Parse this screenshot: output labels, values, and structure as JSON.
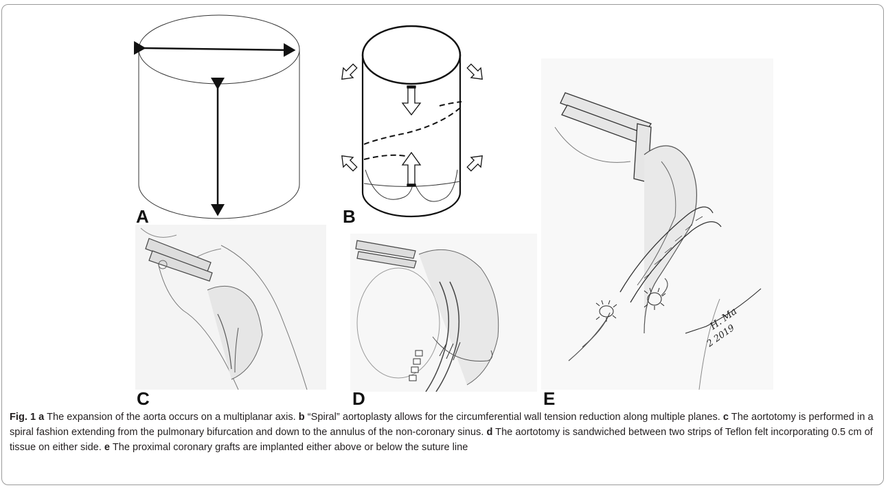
{
  "figure": {
    "panel_labels": {
      "a": "A",
      "b": "B",
      "c": "C",
      "d": "D",
      "e": "E"
    },
    "signature": {
      "line1": "H. Ma",
      "line2": "2 2019"
    },
    "caption": {
      "prefix": "Fig. 1",
      "parts": [
        {
          "letter": "a",
          "text": " The expansion of the aorta occurs on a multiplanar axis. "
        },
        {
          "letter": "b",
          "text": " “Spiral” aortoplasty allows for the circumferential wall tension reduction along multiple planes. "
        },
        {
          "letter": "c",
          "text": " The aortotomy is performed in a spiral fashion extending from the pulmonary bifurcation and down to the annulus of the non-coronary sinus. "
        },
        {
          "letter": "d",
          "text": " The aortotomy is sandwiched between two strips of Teflon felt incorporating 0.5 cm of tissue on either side. "
        },
        {
          "letter": "e",
          "text": " The proximal coronary grafts are implanted either above or below the suture line"
        }
      ]
    }
  }
}
